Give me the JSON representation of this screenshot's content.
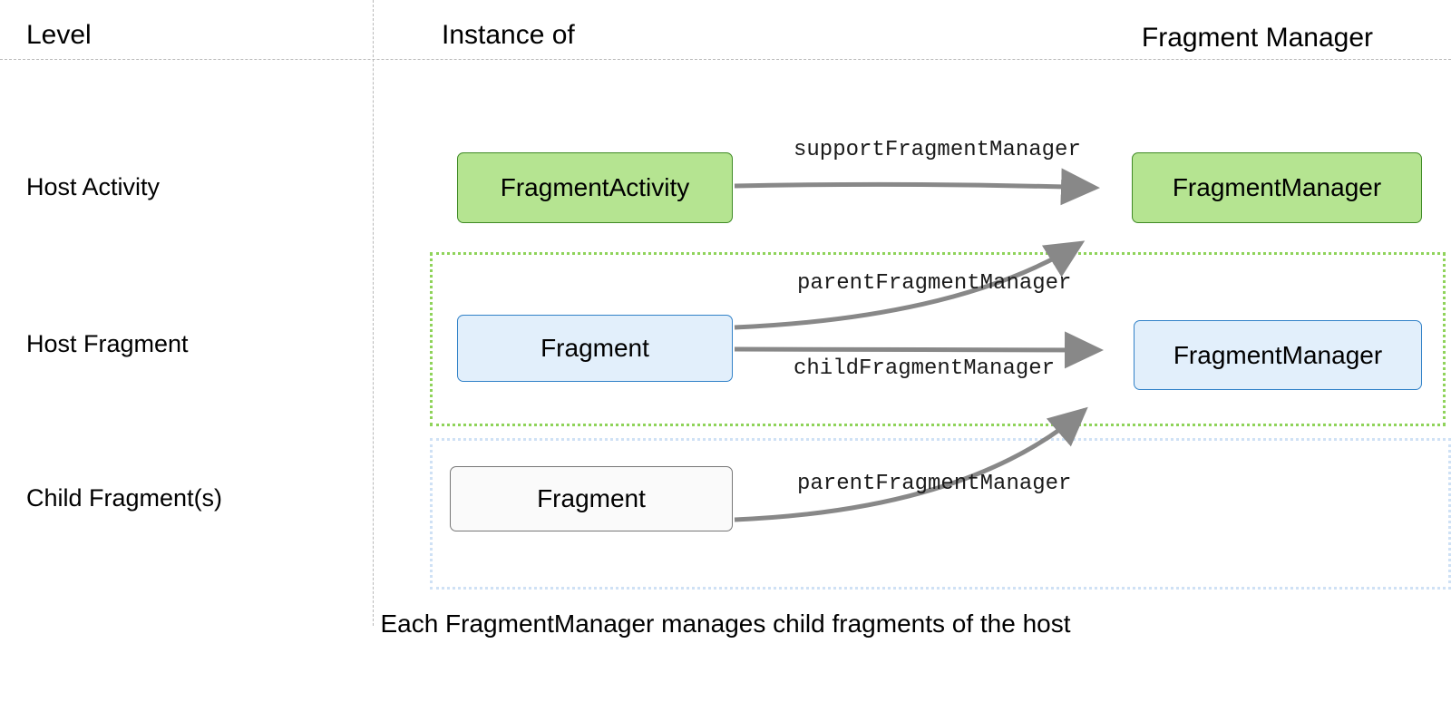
{
  "headers": {
    "level": "Level",
    "instance_of": "Instance of",
    "fragment_manager": "Fragment Manager"
  },
  "levels": [
    {
      "label": "Host Activity"
    },
    {
      "label": "Host Fragment"
    },
    {
      "label": "Child Fragment(s)"
    }
  ],
  "nodes": {
    "fragment_activity": "FragmentActivity",
    "fragment_manager_activity": "FragmentManager",
    "fragment_host": "Fragment",
    "fragment_manager_host": "FragmentManager",
    "fragment_child": "Fragment"
  },
  "edges": [
    {
      "label": "supportFragmentManager",
      "from": "FragmentActivity",
      "to": "FragmentManager"
    },
    {
      "label": "parentFragmentManager",
      "from": "Fragment",
      "to": "FragmentManager"
    },
    {
      "label": "childFragmentManager",
      "from": "Fragment",
      "to": "FragmentManager"
    },
    {
      "label": "parentFragmentManager",
      "from": "Fragment",
      "to": "FragmentManager"
    }
  ],
  "caption": "Each FragmentManager manages child fragments of the host",
  "colors": {
    "green_fill": "#b5e491",
    "green_stroke": "#3f8a25",
    "blue_fill": "#e2effb",
    "blue_stroke": "#3282c8",
    "white_fill": "#fafafa",
    "white_stroke": "#777777",
    "group_green": "#8fd35a",
    "group_blue": "#cfe1f5",
    "arrow": "#888888",
    "divider": "#b9b9b9"
  }
}
